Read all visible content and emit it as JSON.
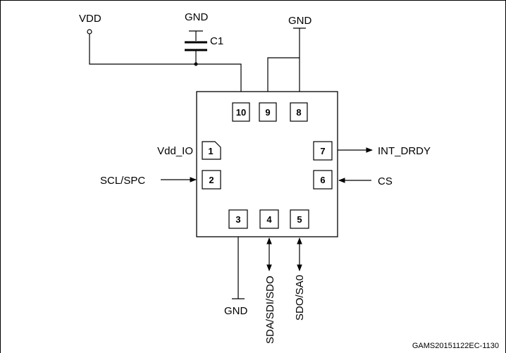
{
  "labels": {
    "vdd": "VDD",
    "gnd_cap": "GND",
    "gnd_top": "GND",
    "gnd_bottom": "GND",
    "c1": "C1",
    "vdd_io": "Vdd_IO",
    "scl": "SCL/SPC",
    "int_drdy": "INT_DRDY",
    "cs": "CS",
    "sda": "SDA/SDI/SDO",
    "sdo": "SDO/SA0",
    "code": "GAMS20151122EC-1130"
  },
  "pins": {
    "p1": "1",
    "p2": "2",
    "p3": "3",
    "p4": "4",
    "p5": "5",
    "p6": "6",
    "p7": "7",
    "p8": "8",
    "p9": "9",
    "p10": "10"
  }
}
